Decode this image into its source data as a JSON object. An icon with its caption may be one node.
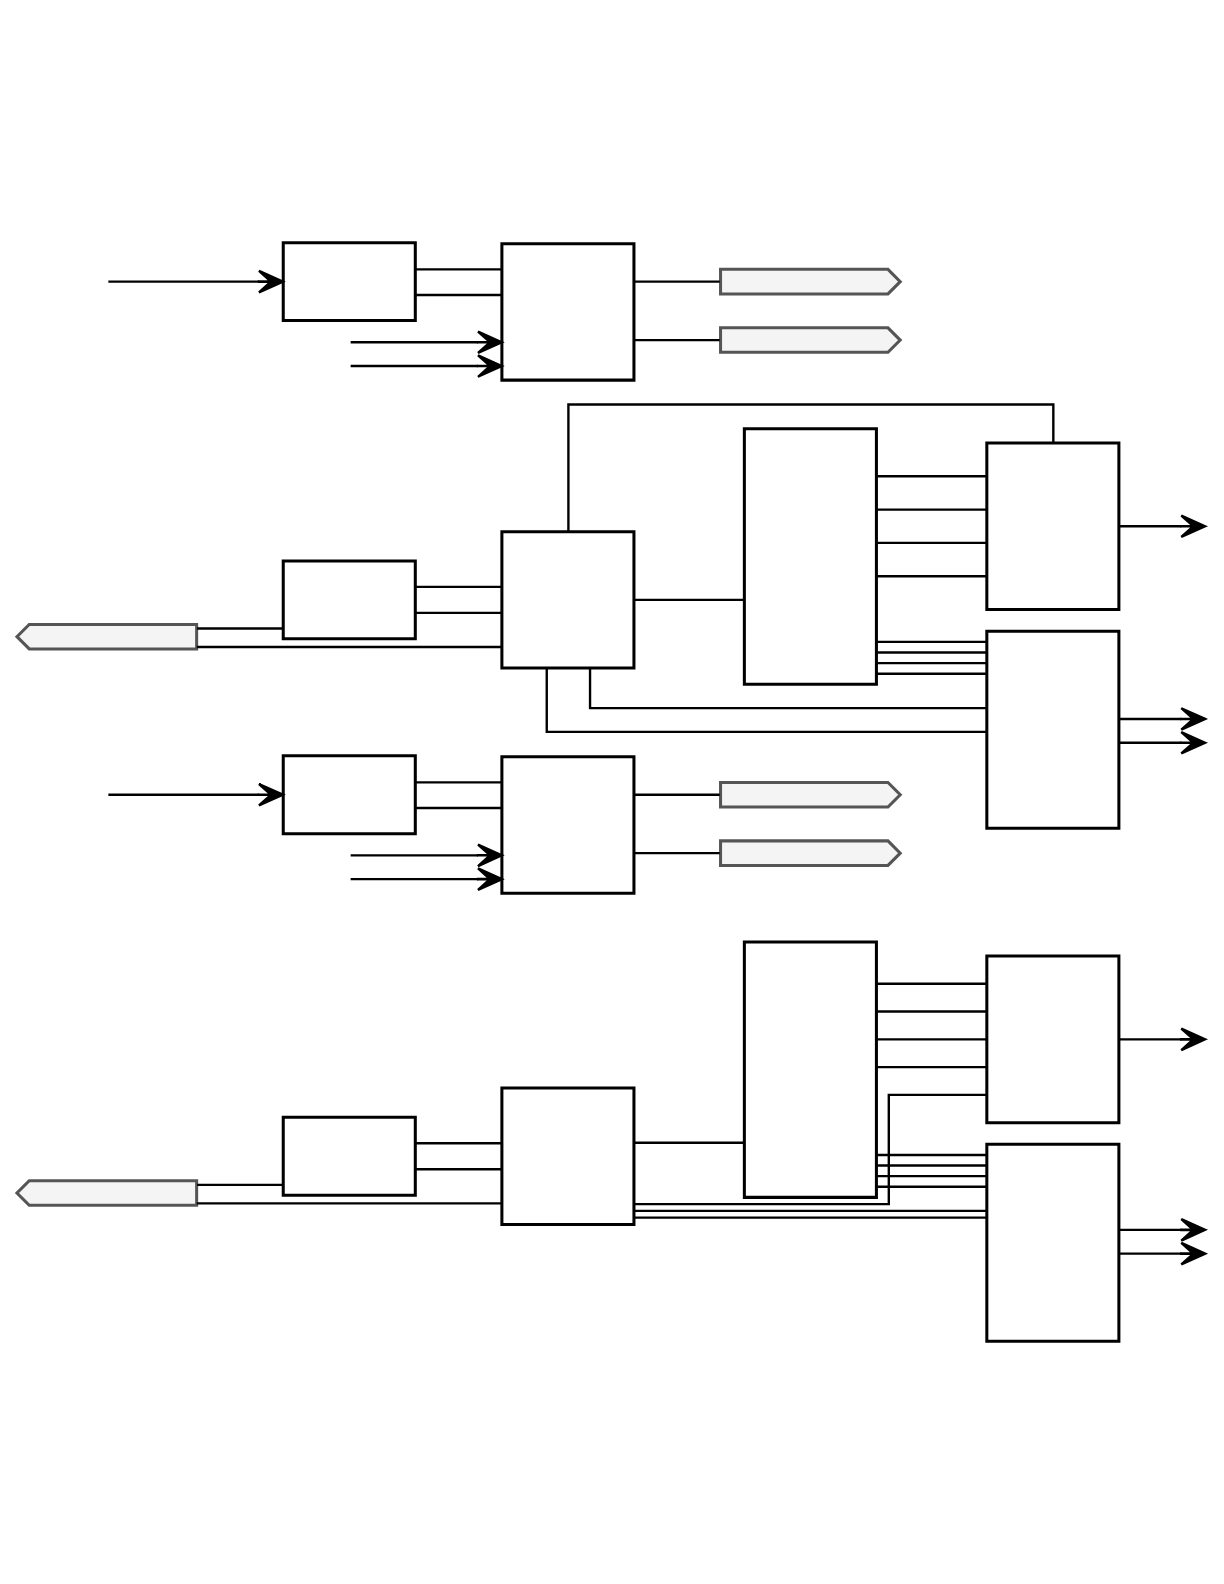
{
  "diagram": {
    "nodes": [
      {
        "text": [],
        "shape": "pentagon"
      },
      {
        "text": [],
        "shape": "box"
      },
      {
        "text": [],
        "shape": "box"
      },
      {
        "text": [],
        "shape": "box"
      },
      {
        "text": [],
        "shape": "box"
      },
      {
        "text": [],
        "shape": "box"
      },
      {
        "text": [],
        "shape": "box"
      },
      {
        "text": [],
        "shape": "box"
      },
      {
        "text": [],
        "shape": "pentagon"
      },
      {
        "text": [],
        "shape": "pentagon"
      },
      {
        "text": [],
        "shape": "pentagon"
      },
      {
        "text": [],
        "shape": "box"
      },
      {
        "text": [],
        "shape": "box"
      },
      {
        "text": [],
        "shape": "box"
      },
      {
        "text": [],
        "shape": "box"
      },
      {
        "text": [],
        "shape": "box"
      },
      {
        "text": [],
        "shape": "box"
      },
      {
        "text": [],
        "shape": "box"
      },
      {
        "text": [],
        "shape": "pentagon"
      },
      {
        "text": [],
        "shape": "pentagon"
      }
    ],
    "edges": [
      {
        "from": 0,
        "to": 1,
        "arrow": "none"
      },
      {
        "from": 0,
        "to": 2,
        "arrow": "none"
      },
      {
        "from": 1,
        "to": 2,
        "arrow": "none"
      },
      {
        "from": 1,
        "to": 2,
        "arrow": "none"
      },
      {
        "from": 2,
        "to": 4,
        "arrow": "none"
      },
      {
        "from": 2,
        "to": 3,
        "arrow": "none"
      },
      {
        "from": 2,
        "to": 5,
        "arrow": "none"
      },
      {
        "from": 2,
        "to": 5,
        "arrow": "none"
      },
      {
        "from": 3,
        "to": 4,
        "arrow": "none"
      },
      {
        "from": 3,
        "to": 4,
        "arrow": "none"
      },
      {
        "from": 3,
        "to": 4,
        "arrow": "none"
      },
      {
        "from": 3,
        "to": 4,
        "arrow": "none"
      },
      {
        "from": 3,
        "to": 5,
        "arrow": "none"
      },
      {
        "from": 3,
        "to": 5,
        "arrow": "none"
      },
      {
        "from": 3,
        "to": 5,
        "arrow": "none"
      },
      {
        "from": 3,
        "to": 5,
        "arrow": "none"
      },
      {
        "from": 4,
        "to": null,
        "arrow": "to"
      },
      {
        "from": 5,
        "to": null,
        "arrow": "to"
      },
      {
        "from": 5,
        "to": null,
        "arrow": "to"
      },
      {
        "from": null,
        "to": 6,
        "arrow": "to"
      },
      {
        "from": null,
        "to": 7,
        "arrow": "to"
      },
      {
        "from": null,
        "to": 7,
        "arrow": "to"
      },
      {
        "from": 6,
        "to": 7,
        "arrow": "none"
      },
      {
        "from": 6,
        "to": 7,
        "arrow": "none"
      },
      {
        "from": 7,
        "to": 8,
        "arrow": "none"
      },
      {
        "from": 7,
        "to": 9,
        "arrow": "none"
      },
      {
        "from": 10,
        "to": 11,
        "arrow": "none"
      },
      {
        "from": 10,
        "to": 12,
        "arrow": "none"
      },
      {
        "from": 11,
        "to": 12,
        "arrow": "none"
      },
      {
        "from": 11,
        "to": 12,
        "arrow": "none"
      },
      {
        "from": 12,
        "to": 14,
        "arrow": "none"
      },
      {
        "from": 12,
        "to": 13,
        "arrow": "none"
      },
      {
        "from": 12,
        "to": 15,
        "arrow": "none"
      },
      {
        "from": 12,
        "to": 15,
        "arrow": "none"
      },
      {
        "from": 13,
        "to": 14,
        "arrow": "none"
      },
      {
        "from": 13,
        "to": 14,
        "arrow": "none"
      },
      {
        "from": 13,
        "to": 14,
        "arrow": "none"
      },
      {
        "from": 13,
        "to": 14,
        "arrow": "none"
      },
      {
        "from": 13,
        "to": 15,
        "arrow": "none"
      },
      {
        "from": 13,
        "to": 15,
        "arrow": "none"
      },
      {
        "from": 13,
        "to": 15,
        "arrow": "none"
      },
      {
        "from": 13,
        "to": 15,
        "arrow": "none"
      },
      {
        "from": 14,
        "to": null,
        "arrow": "to"
      },
      {
        "from": 15,
        "to": null,
        "arrow": "to"
      },
      {
        "from": 15,
        "to": null,
        "arrow": "to"
      },
      {
        "from": null,
        "to": 16,
        "arrow": "to"
      },
      {
        "from": null,
        "to": 17,
        "arrow": "to"
      },
      {
        "from": null,
        "to": 17,
        "arrow": "to"
      },
      {
        "from": 16,
        "to": 17,
        "arrow": "none"
      },
      {
        "from": 16,
        "to": 17,
        "arrow": "none"
      },
      {
        "from": 17,
        "to": 18,
        "arrow": "none"
      },
      {
        "from": 17,
        "to": 19,
        "arrow": "none"
      }
    ]
  }
}
